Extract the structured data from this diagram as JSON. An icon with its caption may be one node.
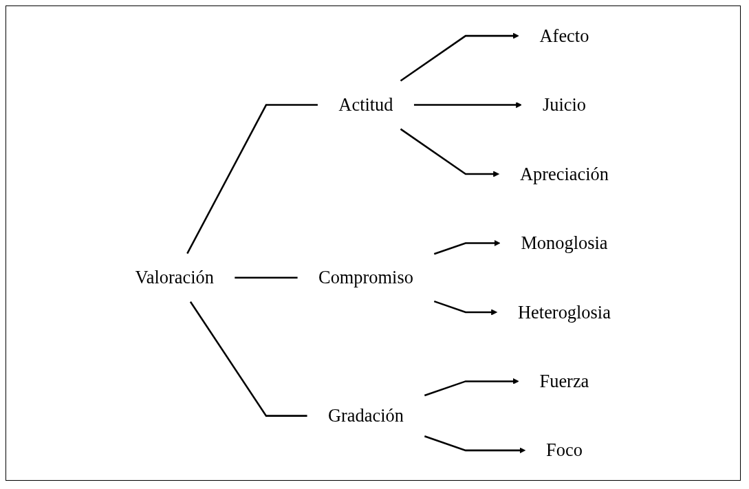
{
  "diagram": {
    "nodes": [
      {
        "text": [
          "Valoración"
        ]
      },
      {
        "text": [
          "Actitud"
        ]
      },
      {
        "text": [
          "Compromiso"
        ]
      },
      {
        "text": [
          "Gradación"
        ]
      },
      {
        "text": [
          "Afecto"
        ]
      },
      {
        "text": [
          "Juicio"
        ]
      },
      {
        "text": [
          "Apreciación"
        ]
      },
      {
        "text": [
          "Monoglosia"
        ]
      },
      {
        "text": [
          "Heteroglosia"
        ]
      },
      {
        "text": [
          "Fuerza"
        ]
      },
      {
        "text": [
          "Foco"
        ]
      }
    ],
    "edges": [
      {
        "from": 0,
        "to": 1,
        "arrow": "none"
      },
      {
        "from": 0,
        "to": 2,
        "arrow": "none"
      },
      {
        "from": 0,
        "to": 3,
        "arrow": "none"
      },
      {
        "from": 1,
        "to": 4,
        "arrow": "to"
      },
      {
        "from": 1,
        "to": 5,
        "arrow": "to"
      },
      {
        "from": 1,
        "to": 6,
        "arrow": "to"
      },
      {
        "from": 2,
        "to": 7,
        "arrow": "to"
      },
      {
        "from": 2,
        "to": 8,
        "arrow": "to"
      },
      {
        "from": 3,
        "to": 9,
        "arrow": "to"
      },
      {
        "from": 3,
        "to": 10,
        "arrow": "to"
      }
    ]
  }
}
